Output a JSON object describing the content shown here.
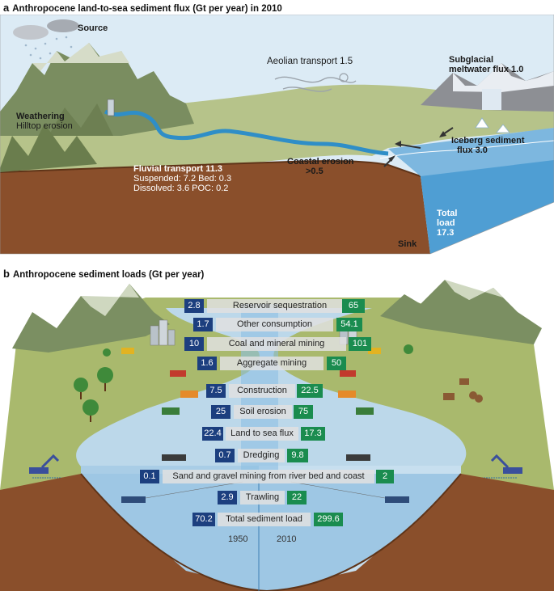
{
  "panel_a": {
    "letter": "a",
    "title": "Anthropocene land-to-sea sediment flux (Gt per year) in 2010",
    "labels": {
      "source": "Source",
      "aeolian": "Aeolian transport 1.5",
      "subglacial_1": "Subglacial",
      "subglacial_2": "meltwater flux 1.0",
      "weathering_1": "Weathering",
      "weathering_2": "Hilltop erosion",
      "iceberg_1": "Iceberg sediment",
      "iceberg_2": "flux 3.0",
      "fluvial_title": "Fluvial transport 11.3",
      "fluvial_line1": "Suspended: 7.2  Bed: 0.3",
      "fluvial_line2": "Dissolved: 3.6 POC: 0.2",
      "coastal_1": "Coastal erosion",
      "coastal_2": ">0.5",
      "total_1": "Total",
      "total_2": "load",
      "total_3": "17.3",
      "sink": "Sink"
    }
  },
  "panel_b": {
    "letter": "b",
    "title": "Anthropocene sediment loads (Gt per year)",
    "rows": [
      {
        "name": "Reservoir sequestration",
        "v1950": "2.8",
        "v2010": "65"
      },
      {
        "name": "Other consumption",
        "v1950": "1.7",
        "v2010": "54.1"
      },
      {
        "name": "Coal and mineral mining",
        "v1950": "10",
        "v2010": "101"
      },
      {
        "name": "Aggregate mining",
        "v1950": "1.6",
        "v2010": "50"
      },
      {
        "name": "Construction",
        "v1950": "7.5",
        "v2010": "22.5"
      },
      {
        "name": "Soil erosion",
        "v1950": "25",
        "v2010": "75"
      },
      {
        "name": "Land to sea flux",
        "v1950": "22.4",
        "v2010": "17.3"
      },
      {
        "name": "Dredging",
        "v1950": "0.7",
        "v2010": "9.8"
      },
      {
        "name": "Sand and gravel mining from river bed and coast",
        "v1950": "0.1",
        "v2010": "2"
      },
      {
        "name": "Trawling",
        "v1950": "2.9",
        "v2010": "22"
      },
      {
        "name": "Total sediment load",
        "v1950": "70.2",
        "v2010": "299.6"
      }
    ],
    "years": {
      "left": "1950",
      "right": "2010"
    },
    "colors": {
      "box_1950": "#1c3f7f",
      "box_2010": "#1a8c4f"
    }
  }
}
